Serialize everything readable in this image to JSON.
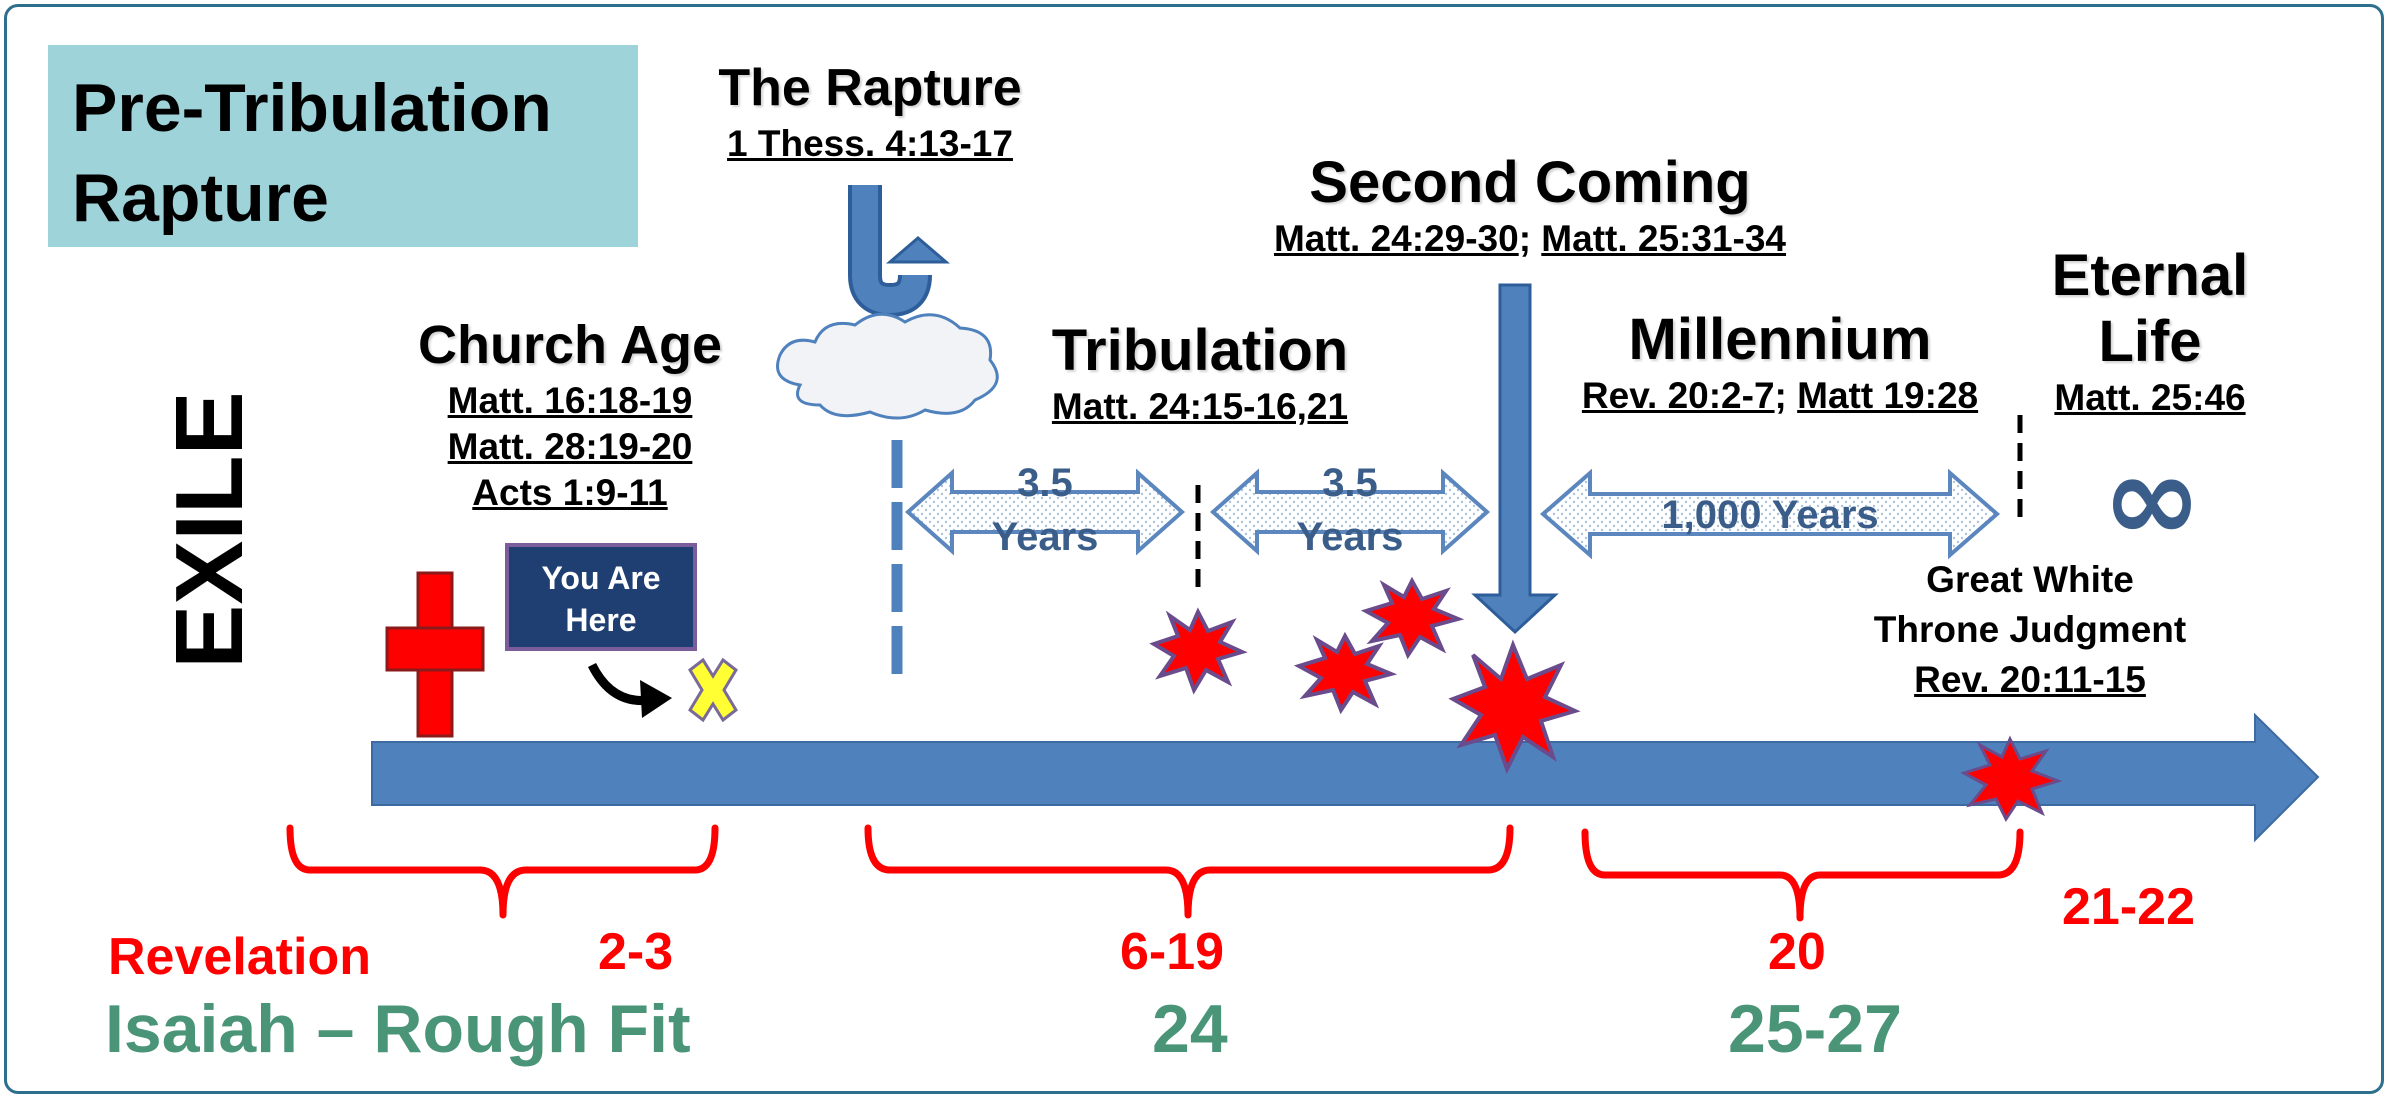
{
  "title": {
    "line1": "Pre-Tribulation",
    "line2": "Rapture"
  },
  "exile": "EXILE",
  "rapture": {
    "label": "The Rapture",
    "ref": "1 Thess. 4:13-17"
  },
  "second_coming": {
    "label": "Second Coming",
    "ref1": "Matt. 24:29-30",
    "sep": "; ",
    "ref2": "Matt. 25:31-34"
  },
  "church_age": {
    "label": "Church Age",
    "refs": [
      "Matt. 16:18-19",
      "Matt. 28:19-20",
      "Acts 1:9-11"
    ]
  },
  "tribulation": {
    "label": "Tribulation",
    "ref": "Matt. 24:15-16,21"
  },
  "millennium": {
    "label": "Millennium",
    "ref1": "Rev. 20:2-7",
    "sep": "; ",
    "ref2": "Matt 19:28"
  },
  "eternal": {
    "line1": "Eternal",
    "line2": "Life",
    "ref": "Matt. 25:46",
    "symbol": "∞"
  },
  "you_are_here": {
    "line1": "You Are",
    "line2": "Here"
  },
  "period_boxes": [
    {
      "num": "3.5",
      "unit": "Years"
    },
    {
      "num": "3.5",
      "unit": "Years"
    },
    {
      "text": "1,000 Years"
    }
  ],
  "great_white": {
    "line1": "Great White",
    "line2": "Throne Judgment",
    "ref": "Rev. 20:11-15"
  },
  "revelation": {
    "label": "Revelation",
    "chapters": [
      "2-3",
      "6-19",
      "20",
      "21-22"
    ]
  },
  "isaiah": {
    "label": "Isaiah – Rough Fit",
    "chapters": [
      "24",
      "25-27"
    ]
  },
  "colors": {
    "timeline": "#4f81bd",
    "accent_red": "#ff0000",
    "green": "#4a9478",
    "title_bg": "#9fd3da",
    "frame": "#2e6f8e"
  }
}
